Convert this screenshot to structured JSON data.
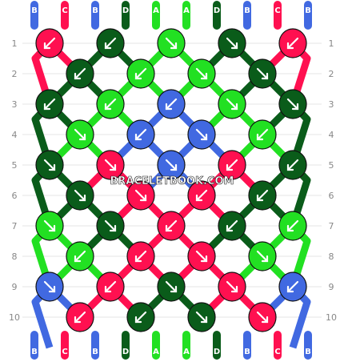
{
  "watermark": "BRACELETBOOK.COM",
  "colors": {
    "B": "#4169e1",
    "C": "#ff1050",
    "D": "#0a5c1a",
    "A": "#22e022"
  },
  "strands_top": [
    "B",
    "C",
    "B",
    "D",
    "A",
    "A",
    "D",
    "B",
    "C",
    "B"
  ],
  "strands_bottom": [
    "B",
    "C",
    "B",
    "D",
    "A",
    "A",
    "D",
    "B",
    "C",
    "B"
  ],
  "row_labels": [
    "1",
    "2",
    "3",
    "4",
    "5",
    "6",
    "7",
    "8",
    "9",
    "10"
  ],
  "knots": [
    [
      {
        "c": "C",
        "d": "↙"
      },
      {
        "c": "D",
        "d": "↙"
      },
      {
        "c": "A",
        "d": "↘"
      },
      {
        "c": "D",
        "d": "↘"
      },
      {
        "c": "C",
        "d": "↙"
      }
    ],
    [
      {
        "c": "D",
        "d": "↙"
      },
      {
        "c": "A",
        "d": "↙"
      },
      {
        "c": "A",
        "d": "↘"
      },
      {
        "c": "D",
        "d": "↘"
      }
    ],
    [
      {
        "c": "D",
        "d": "↙"
      },
      {
        "c": "A",
        "d": "↙"
      },
      {
        "c": "B",
        "d": "↙"
      },
      {
        "c": "A",
        "d": "↘"
      },
      {
        "c": "D",
        "d": "↘"
      }
    ],
    [
      {
        "c": "A",
        "d": "↘"
      },
      {
        "c": "B",
        "d": "↙"
      },
      {
        "c": "B",
        "d": "↘"
      },
      {
        "c": "A",
        "d": "↙"
      }
    ],
    [
      {
        "c": "D",
        "d": "↘"
      },
      {
        "c": "C",
        "d": "↘"
      },
      {
        "c": "B",
        "d": "↘"
      },
      {
        "c": "C",
        "d": "↙"
      },
      {
        "c": "D",
        "d": "↙"
      }
    ],
    [
      {
        "c": "D",
        "d": "↘"
      },
      {
        "c": "C",
        "d": "↘"
      },
      {
        "c": "C",
        "d": "↙"
      },
      {
        "c": "D",
        "d": "↙"
      }
    ],
    [
      {
        "c": "A",
        "d": "↘"
      },
      {
        "c": "D",
        "d": "↘"
      },
      {
        "c": "C",
        "d": "↙"
      },
      {
        "c": "D",
        "d": "↙"
      },
      {
        "c": "A",
        "d": "↙"
      }
    ],
    [
      {
        "c": "A",
        "d": "↙"
      },
      {
        "c": "C",
        "d": "↙"
      },
      {
        "c": "C",
        "d": "↘"
      },
      {
        "c": "A",
        "d": "↘"
      }
    ],
    [
      {
        "c": "B",
        "d": "↘"
      },
      {
        "c": "C",
        "d": "↙"
      },
      {
        "c": "D",
        "d": "↘"
      },
      {
        "c": "C",
        "d": "↘"
      },
      {
        "c": "B",
        "d": "↙"
      }
    ],
    [
      {
        "c": "C",
        "d": "↙"
      },
      {
        "c": "D",
        "d": "↙"
      },
      {
        "c": "D",
        "d": "↘"
      },
      {
        "c": "C",
        "d": "↘"
      }
    ]
  ]
}
